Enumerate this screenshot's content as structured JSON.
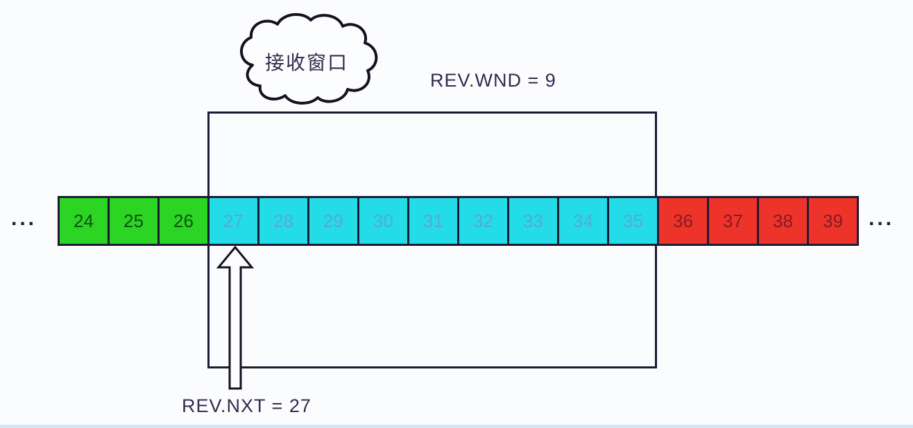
{
  "diagram_title": "TCP receive window sequence diagram",
  "cloud": {
    "label": "接收窗口"
  },
  "labels": {
    "rev_wnd": "REV.WND = 9",
    "rev_nxt": "REV.NXT = 27",
    "left_ellipsis": "...",
    "right_ellipsis": "..."
  },
  "cells": [
    {
      "value": "24",
      "state": "acked"
    },
    {
      "value": "25",
      "state": "acked"
    },
    {
      "value": "26",
      "state": "acked"
    },
    {
      "value": "27",
      "state": "window"
    },
    {
      "value": "28",
      "state": "window"
    },
    {
      "value": "29",
      "state": "window"
    },
    {
      "value": "30",
      "state": "window"
    },
    {
      "value": "31",
      "state": "window"
    },
    {
      "value": "32",
      "state": "window"
    },
    {
      "value": "33",
      "state": "window"
    },
    {
      "value": "34",
      "state": "window"
    },
    {
      "value": "35",
      "state": "window"
    },
    {
      "value": "36",
      "state": "future"
    },
    {
      "value": "37",
      "state": "future"
    },
    {
      "value": "38",
      "state": "future"
    },
    {
      "value": "39",
      "state": "future"
    }
  ],
  "colors": {
    "bg": "#fbfcfe",
    "strip": "#d6e5f4",
    "acked_fill": "#2cd423",
    "acked_text": "#0c5212",
    "window_fill": "#23dce8",
    "window_text": "#57a8d8",
    "future_fill": "#ee342a",
    "future_text": "#871a22",
    "border_ink": "#1b1b33",
    "label_ink": "#362a4e",
    "cloud_stroke": "#17111f",
    "shape_fill": "#fcfdff"
  }
}
